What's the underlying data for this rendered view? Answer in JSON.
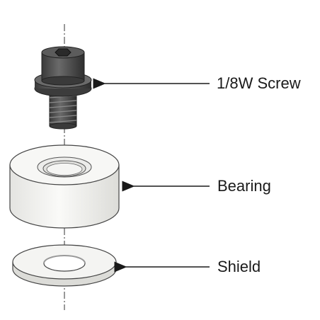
{
  "labels": {
    "screw": "1/8W Screw",
    "bearing": "Bearing",
    "shield": "Shield"
  },
  "parts": [
    {
      "name": "screw",
      "icon": "screw-icon"
    },
    {
      "name": "bearing",
      "icon": "bearing-icon"
    },
    {
      "name": "shield",
      "icon": "shield-washer-icon"
    }
  ],
  "colors": {
    "line": "#1a1a1a",
    "screw_body": "#4a4a4a",
    "part_fill": "#f3f3f1"
  }
}
